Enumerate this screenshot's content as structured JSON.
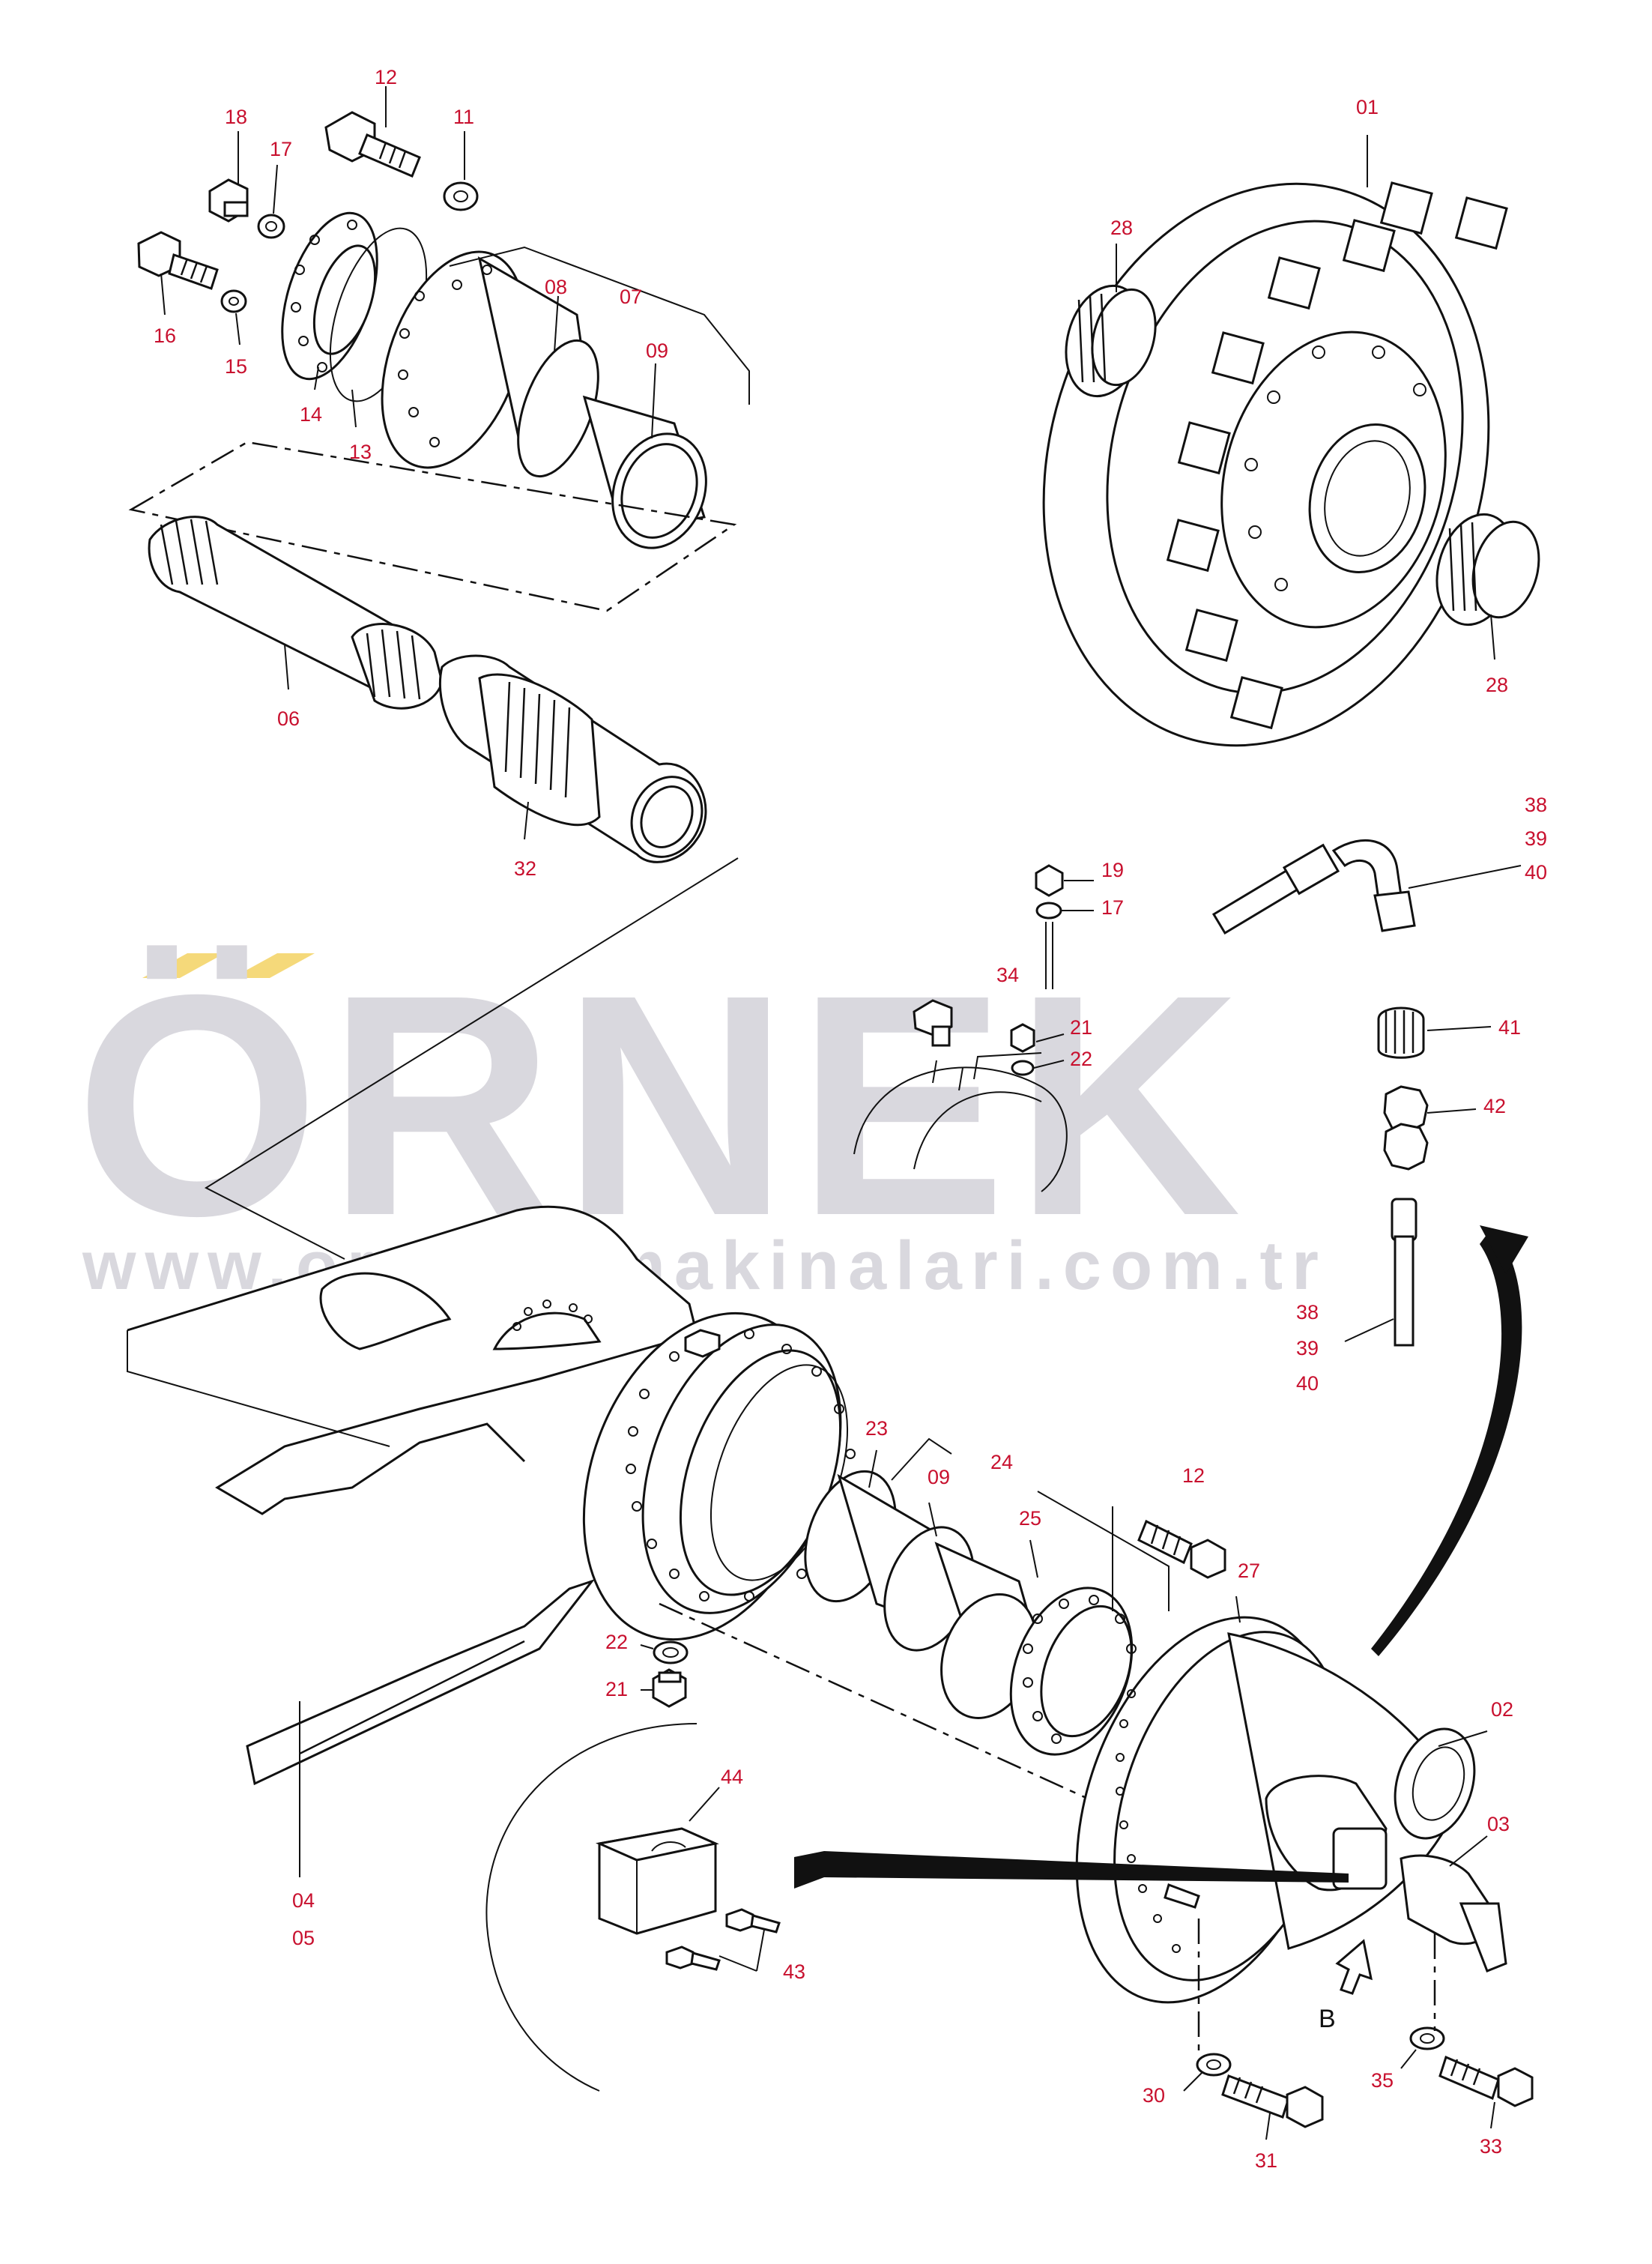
{
  "watermark": {
    "brand": "ÖRNEK",
    "url": "www.ornekismakinalari.com.tr",
    "accent_color": "#f5d97a",
    "text_color": "#d9d8de"
  },
  "callouts": {
    "c01": "01",
    "c02": "02",
    "c03": "03",
    "c04": "04",
    "c05": "05",
    "c06": "06",
    "c07": "07",
    "c08": "08",
    "c09a": "09",
    "c09b": "09",
    "c11": "11",
    "c12a": "12",
    "c12b": "12",
    "c13": "13",
    "c14": "14",
    "c15": "15",
    "c16": "16",
    "c17a": "17",
    "c17b": "17",
    "c18": "18",
    "c19": "19",
    "c21a": "21",
    "c21b": "21",
    "c22a": "22",
    "c22b": "22",
    "c23": "23",
    "c24": "24",
    "c25": "25",
    "c27": "27",
    "c28a": "28",
    "c28b": "28",
    "c30": "30",
    "c31": "31",
    "c32": "32",
    "c33": "33",
    "c34": "34",
    "c35": "35",
    "c38a": "38",
    "c39a": "39",
    "c40a": "40",
    "c38b": "38",
    "c39b": "39",
    "c40b": "40",
    "c41": "41",
    "c42": "42",
    "c43": "43",
    "c44": "44",
    "view_b": "B"
  },
  "colors": {
    "callout": "#c8102e",
    "line": "#111111"
  }
}
